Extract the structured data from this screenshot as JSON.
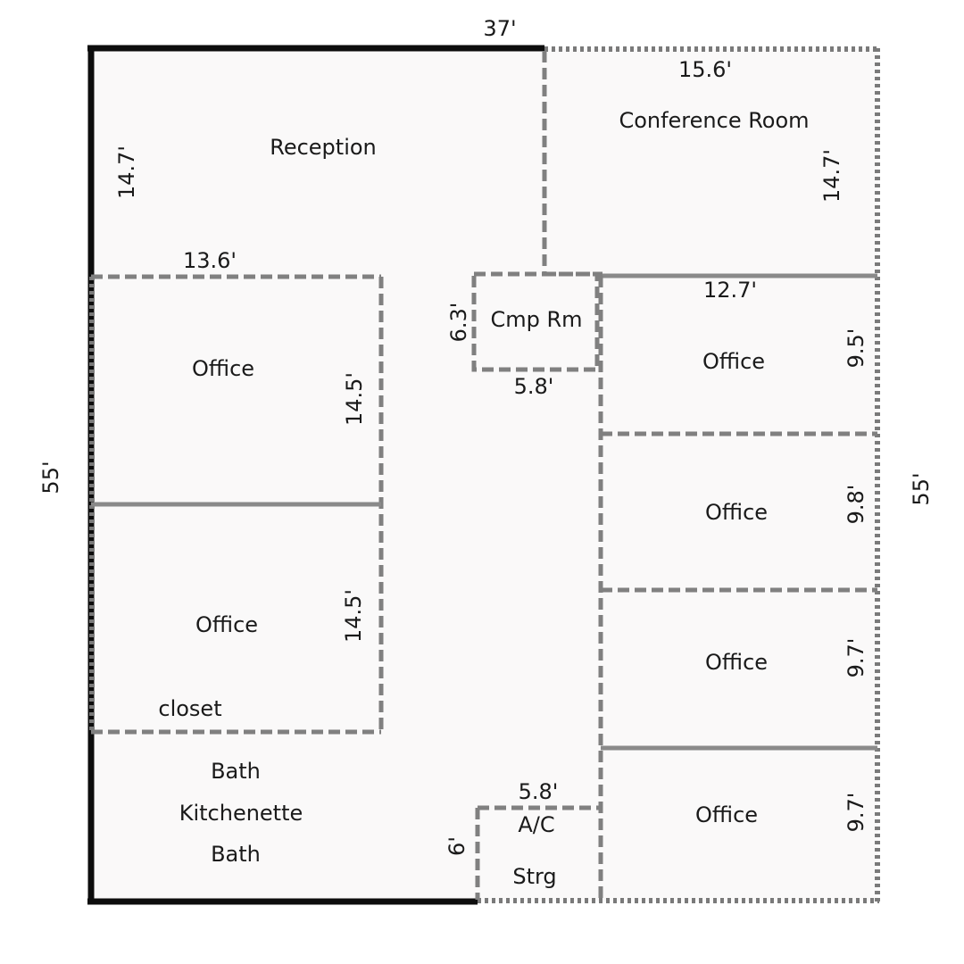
{
  "outer": {
    "width_top": "37'",
    "height_left": "55'",
    "height_right": "55'"
  },
  "rooms": {
    "reception": {
      "label": "Reception",
      "dim_height": "14.7'"
    },
    "conference": {
      "label": "Conference Room",
      "dim_width": "15.6'",
      "dim_height": "14.7'"
    },
    "office_left_1": {
      "label": "Office",
      "dim_width": "13.6'",
      "dim_height": "14.5'"
    },
    "office_left_2": {
      "label": "Office",
      "dim_height": "14.5'",
      "closet": "closet"
    },
    "cmp_rm": {
      "label": "Cmp Rm",
      "dim_height": "6.3'",
      "dim_width": "5.8'"
    },
    "office_right_1": {
      "label": "Office",
      "dim_width": "12.7'",
      "dim_height": "9.5'"
    },
    "office_right_2": {
      "label": "Office",
      "dim_height": "9.8'"
    },
    "office_right_3": {
      "label": "Office",
      "dim_height": "9.7'"
    },
    "office_right_4": {
      "label": "Office",
      "dim_height": "9.7'"
    },
    "bath_area": {
      "line1": "Bath",
      "line2": "Kitchenette",
      "line3": "Bath"
    },
    "ac_strg": {
      "label1": "A/C",
      "label2": "Strg",
      "dim_width": "5.8'",
      "dim_height": "6'"
    }
  }
}
